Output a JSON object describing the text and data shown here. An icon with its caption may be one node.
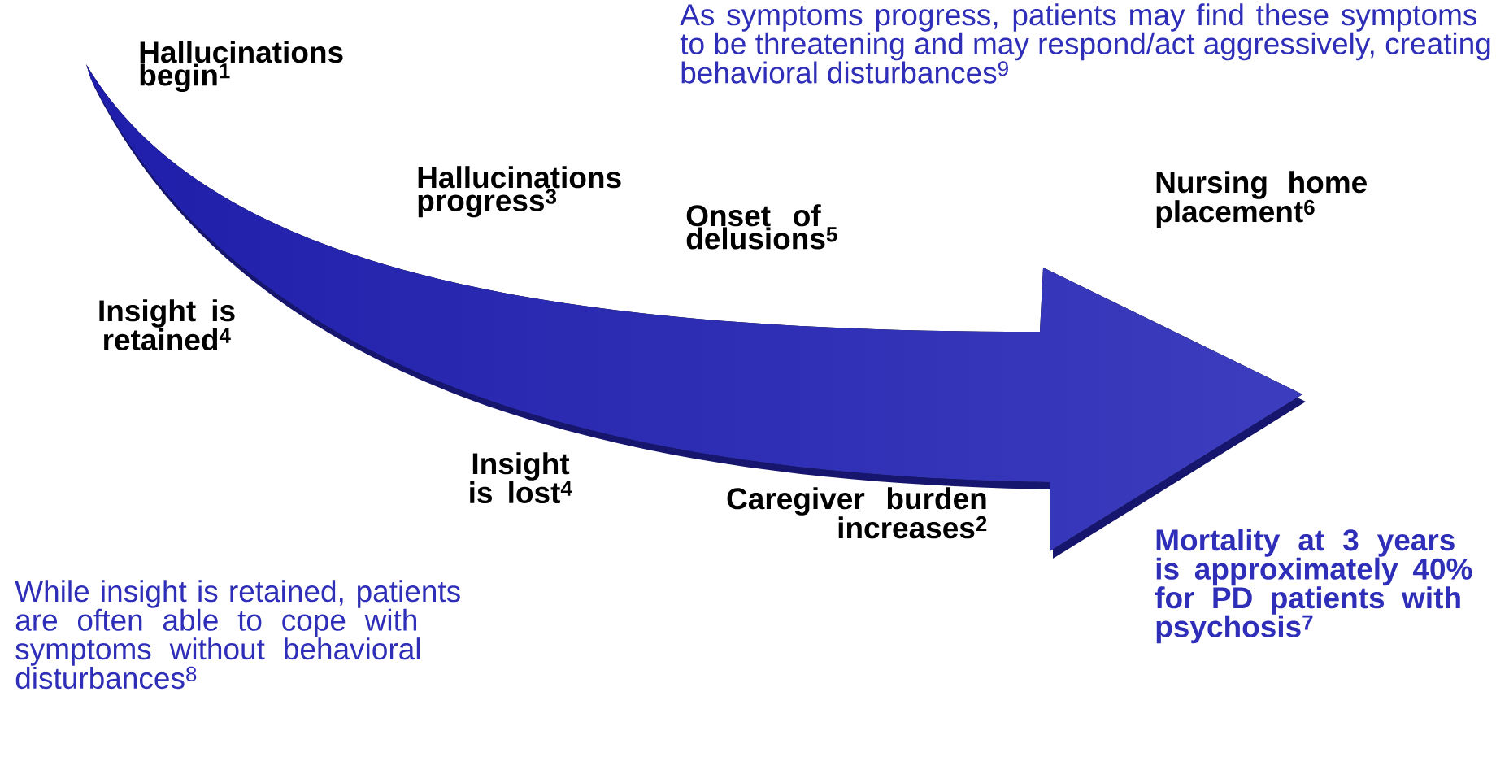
{
  "diagram": {
    "labels": [
      "Hallucinations begin$^{1}$",
      "As symptoms progress, patients may find these symptoms to be threatening and may respond/act aggressively, creating behavioral disturbances$^{9}$",
      "Hallucinations progress$^{3}$",
      "Nursing home placement$^{6}$",
      "Onset of delusions$^{5}$",
      "Insight is retained$^{4}$",
      "Insight is lost$^{4}$",
      "Caregiver burden increases$^{2}$",
      "Mortality at 3 years is approximately 40% for PD patients with psychosis$^{7}$",
      "While insight is retained, patients are often able to cope with symptoms without behavioral disturbances$^{8}$"
    ]
  }
}
